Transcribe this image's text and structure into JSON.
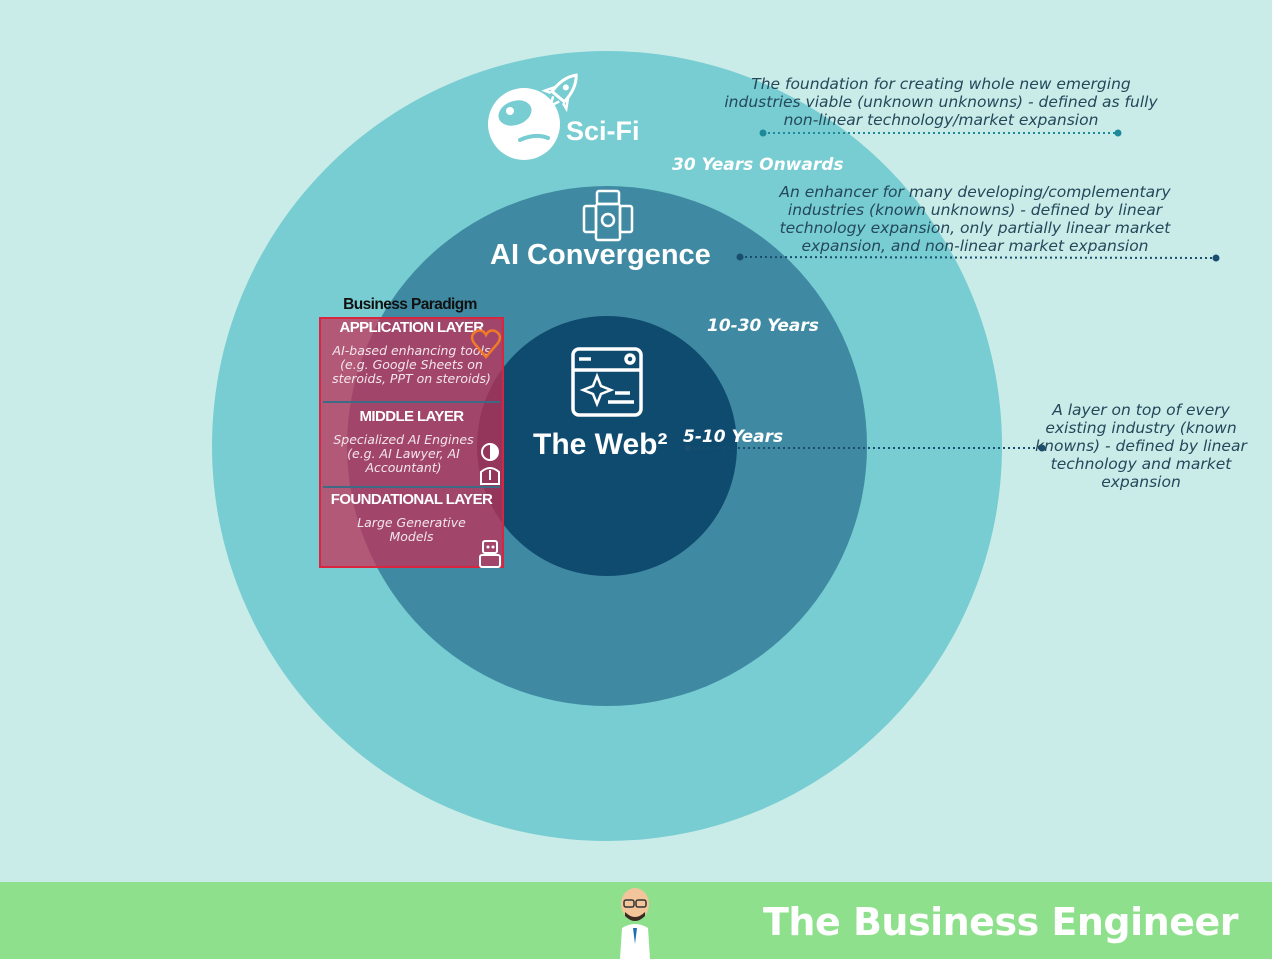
{
  "rings": {
    "outer": {
      "title": "Sci-Fi",
      "years": "30 Years Onwards",
      "description": "The foundation for creating whole new emerging industries viable (unknown unknowns) - defined as fully non-linear technology/market expansion"
    },
    "middle": {
      "title": "AI Convergence",
      "years": "10-30 Years",
      "description": "An enhancer for many developing/complementary industries (known unknowns) - defined by linear technology expansion, only partially linear market expansion, and non-linear market expansion"
    },
    "inner": {
      "title": "The Web²",
      "years": "5-10 Years",
      "description": "A layer on top of every existing industry (known knowns) - defined by linear technology and market expansion"
    }
  },
  "business_paradigm": {
    "title": "Business Paradigm",
    "layers": [
      {
        "name": "APPLICATION LAYER",
        "description": "AI-based enhancing tools (e.g. Google Sheets on steroids, PPT on steroids)"
      },
      {
        "name": "MIDDLE LAYER",
        "description": "Specialized AI Engines (e.g. AI Lawyer, AI Accountant)"
      },
      {
        "name": "FOUNDATIONAL LAYER",
        "description": "Large Generative Models"
      }
    ]
  },
  "footer": {
    "brand": "The Business Engineer"
  },
  "colors": {
    "background": "#c9ece9",
    "outer_ring": "#77cdd1",
    "middle_ring": "#3f8aa2",
    "inner_ring": "#0f4b6e",
    "panel": "#c82d55",
    "footer": "#8ee08c"
  },
  "icons": [
    "rocket-icon",
    "sci-fi-face-icon",
    "robot-icon",
    "web-window-icon",
    "lawyer-icon",
    "small-robot-icon",
    "mascot-avatar"
  ]
}
